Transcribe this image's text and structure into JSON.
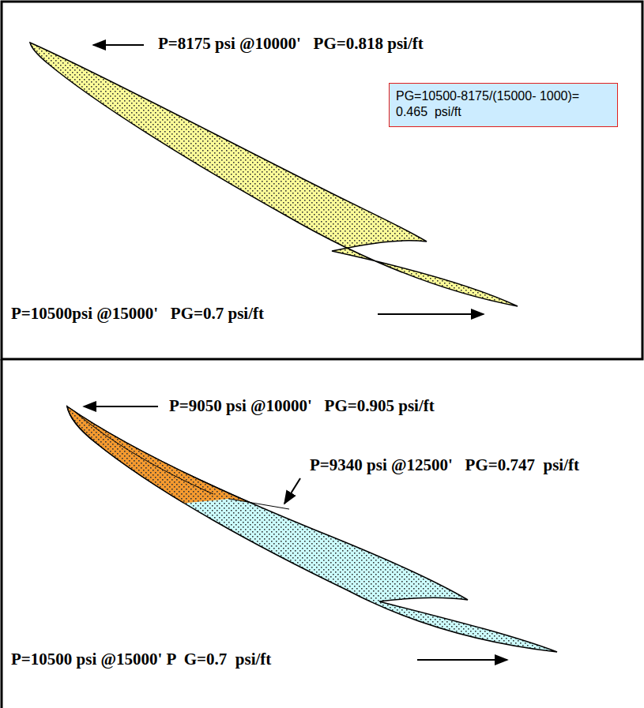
{
  "diagram": {
    "nodes": [
      {
        "text": [
          "PG=10500-8175/(15000- 1000)= 0.465  psi/ft"
        ]
      }
    ],
    "labels": [
      "P=8175 psi @10000'   PG=0.818 psi/ft",
      "P=10500psi @15000'   PG=0.7 psi/ft",
      "P=9050 psi @10000'   PG=0.905 psi/ft",
      "P=9340 psi @12500'   PG=0.747  psi/ft",
      "P=10500 psi @15000' P  G=0.7  psi/ft"
    ]
  }
}
